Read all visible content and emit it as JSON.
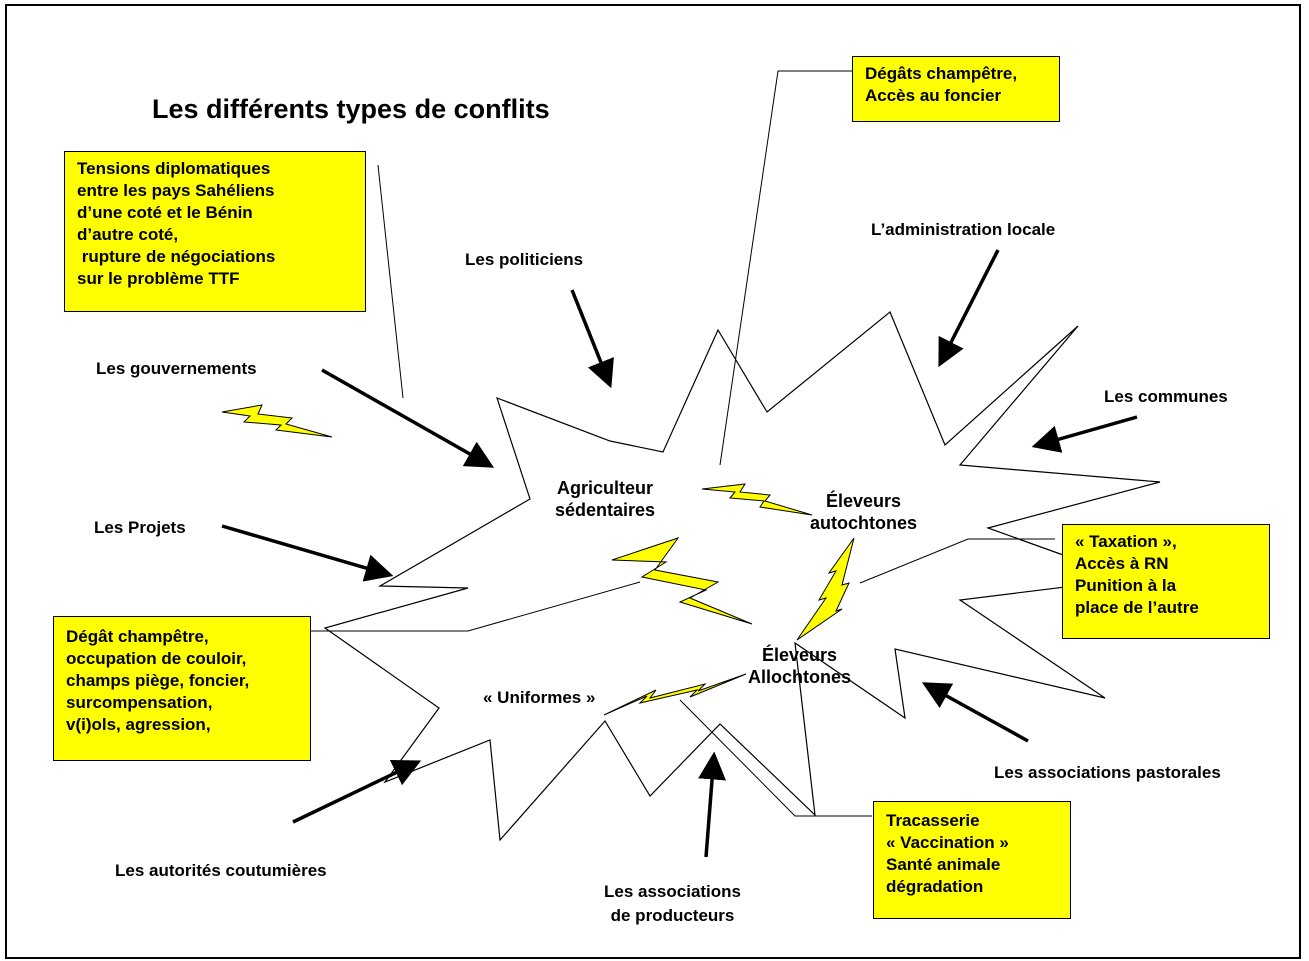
{
  "title": "Les différents types de conflits",
  "actors": {
    "gouvernements": "Les gouvernements",
    "politiciens": "Les politiciens",
    "administration": "L’administration locale",
    "communes": "Les communes",
    "projets": "Les Projets",
    "associations_pastorales": "Les associations pastorales",
    "autorites_coutumieres": "Les autorités coutumières",
    "associations_producteurs": [
      "Les associations",
      "de producteurs"
    ]
  },
  "parties": {
    "agriculteurs": [
      "Agriculteur",
      "sédentaires"
    ],
    "eleveurs_autochtones": [
      "Éleveurs",
      "autochtones"
    ],
    "eleveurs_allochtones": [
      "Éleveurs",
      "Allochtones"
    ],
    "uniformes": "« Uniformes »"
  },
  "boxes": {
    "tensions": [
      "Tensions diplomatiques",
      "entre les pays Sahéliens",
      "d’une coté et le Bénin",
      "d’autre coté,",
      " rupture de négociations",
      "sur le problème TTF"
    ],
    "degats_foncier": [
      "Dégâts champêtre,",
      "Accès au foncier"
    ],
    "taxation": [
      "« Taxation »,",
      "Accès à RN",
      "Punition à la",
      "place de l’autre"
    ],
    "degat_champetre": [
      "Dégât champêtre,",
      "occupation de couloir,",
      "champs piège, foncier,",
      "surcompensation,",
      "v(i)ols, agression,"
    ],
    "tracasserie": [
      "Tracasserie",
      "« Vaccination »",
      "Santé animale",
      "dégradation"
    ]
  },
  "colors": {
    "box_fill": "#ffff00",
    "bolt_fill": "#ffff00",
    "ink": "#000000"
  }
}
